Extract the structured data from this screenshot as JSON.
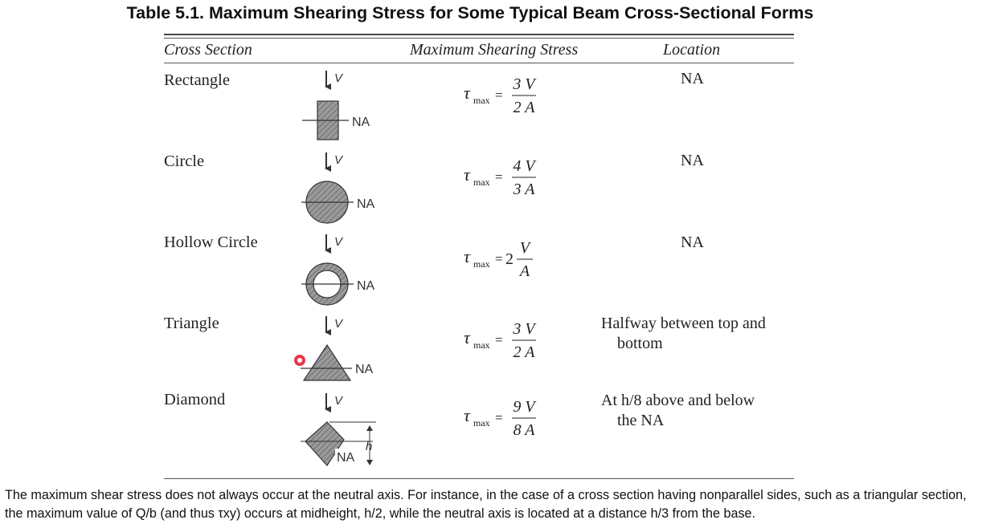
{
  "title": "Table 5.1. Maximum Shearing Stress for Some Typical Beam Cross-Sectional Forms",
  "headers": {
    "section": "Cross Section",
    "stress": "Maximum Shearing Stress",
    "location": "Location"
  },
  "symbols": {
    "tau": "τ",
    "max": "max",
    "equals": "=",
    "V": "V",
    "A": "A",
    "NA": "NA",
    "h": "h"
  },
  "rows": [
    {
      "name": "Rectangle",
      "numerator": "3 V",
      "denominator": "2 A",
      "location": "NA",
      "location_line2": ""
    },
    {
      "name": "Circle",
      "numerator": "4 V",
      "denominator": "3 A",
      "location": "NA",
      "location_line2": ""
    },
    {
      "name": "Hollow Circle",
      "coefficient": "2",
      "numerator": "V",
      "denominator": "A",
      "location": "NA",
      "location_line2": ""
    },
    {
      "name": "Triangle",
      "numerator": "3 V",
      "denominator": "2 A",
      "location": "Halfway between top and",
      "location_line2": "bottom"
    },
    {
      "name": "Diamond",
      "numerator": "9 V",
      "denominator": "8 A",
      "location": "At h/8 above and below",
      "location_line2": "the NA"
    }
  ],
  "paragraph": "The maximum shear stress does not always occur at the neutral axis. For instance, in the case of a cross section having nonparallel sides, such as a triangular section, the maximum value of Q/b (and thus τxy) occurs at midheight, h/2, while the neutral axis is located at a distance h/3 from the base.",
  "colors": {
    "hatch_fill": "#8f8f8f",
    "line": "#333333",
    "cursor": "#e0182d"
  }
}
